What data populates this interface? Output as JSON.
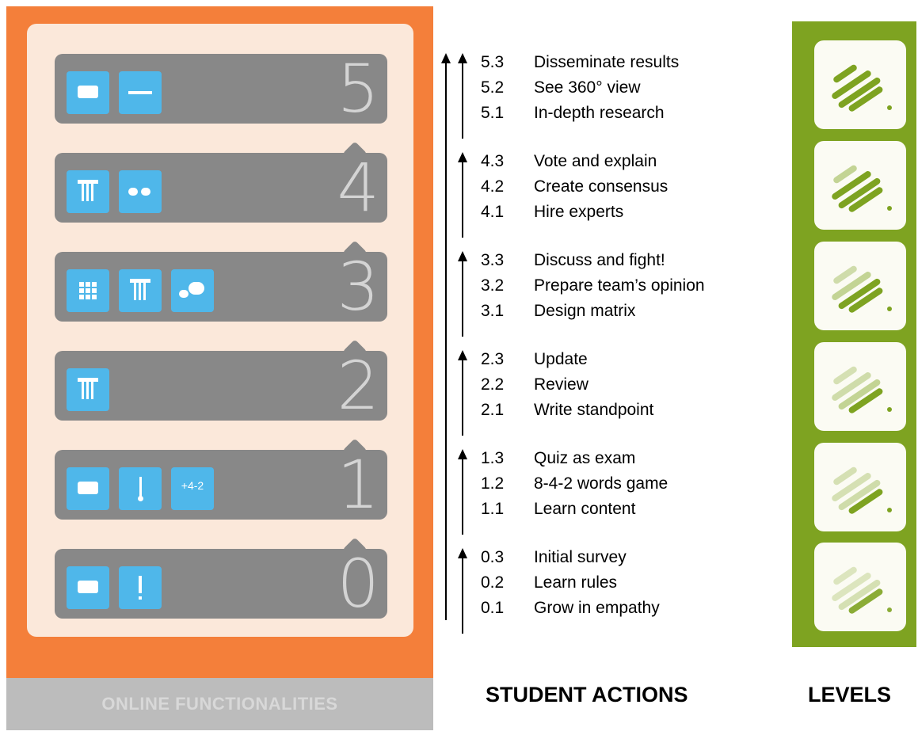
{
  "online_functionalities": {
    "footer_label": "ONLINE FUNCTIONALITIES",
    "levels": [
      {
        "number": "5",
        "icons": [
          "speech-bubble-icon",
          "dash-icon"
        ]
      },
      {
        "number": "4",
        "icons": [
          "column-icon",
          "dialogue-icon"
        ]
      },
      {
        "number": "3",
        "icons": [
          "grid-icon",
          "column-icon",
          "chat-bubbles-icon"
        ]
      },
      {
        "number": "2",
        "icons": [
          "column-icon"
        ]
      },
      {
        "number": "1",
        "icons": [
          "speech-bubble-icon",
          "thermometer-icon",
          "plus-two-icon"
        ],
        "plus_text": "+4-2"
      },
      {
        "number": "0",
        "icons": [
          "speech-bubble-icon",
          "exclamation-icon"
        ]
      }
    ]
  },
  "student_actions": {
    "heading": "STUDENT ACTIONS",
    "groups": [
      {
        "items": [
          {
            "code": "5.3",
            "label": "Disseminate results"
          },
          {
            "code": "5.2",
            "label": "See 360° view"
          },
          {
            "code": "5.1",
            "label": "In-depth research"
          }
        ]
      },
      {
        "items": [
          {
            "code": "4.3",
            "label": "Vote and explain"
          },
          {
            "code": "4.2",
            "label": "Create consensus"
          },
          {
            "code": "4.1",
            "label": "Hire experts"
          }
        ]
      },
      {
        "items": [
          {
            "code": "3.3",
            "label": "Discuss and fight!"
          },
          {
            "code": "3.2",
            "label": "Prepare team’s opinion"
          },
          {
            "code": "3.1",
            "label": "Design matrix"
          }
        ]
      },
      {
        "items": [
          {
            "code": "2.3",
            "label": "Update"
          },
          {
            "code": "2.2",
            "label": "Review"
          },
          {
            "code": "2.1",
            "label": "Write standpoint"
          }
        ]
      },
      {
        "items": [
          {
            "code": "1.3",
            "label": "Quiz as exam"
          },
          {
            "code": "1.2",
            "label": "8-4-2 words game"
          },
          {
            "code": "1.1",
            "label": "Learn content"
          }
        ]
      },
      {
        "items": [
          {
            "code": "0.3",
            "label": "Initial survey"
          },
          {
            "code": "0.2",
            "label": "Learn rules"
          },
          {
            "code": "0.1",
            "label": "Grow in empathy"
          }
        ]
      }
    ]
  },
  "levels": {
    "heading": "LEVELS",
    "icon": "level-marks-icon",
    "count": 6
  },
  "colors": {
    "orange": "#f47f3a",
    "cream": "#fbe8da",
    "bar_gray": "#888888",
    "tile_blue": "#4fb7ea",
    "green": "#7ea321",
    "footer_gray": "#bcbcbc"
  }
}
